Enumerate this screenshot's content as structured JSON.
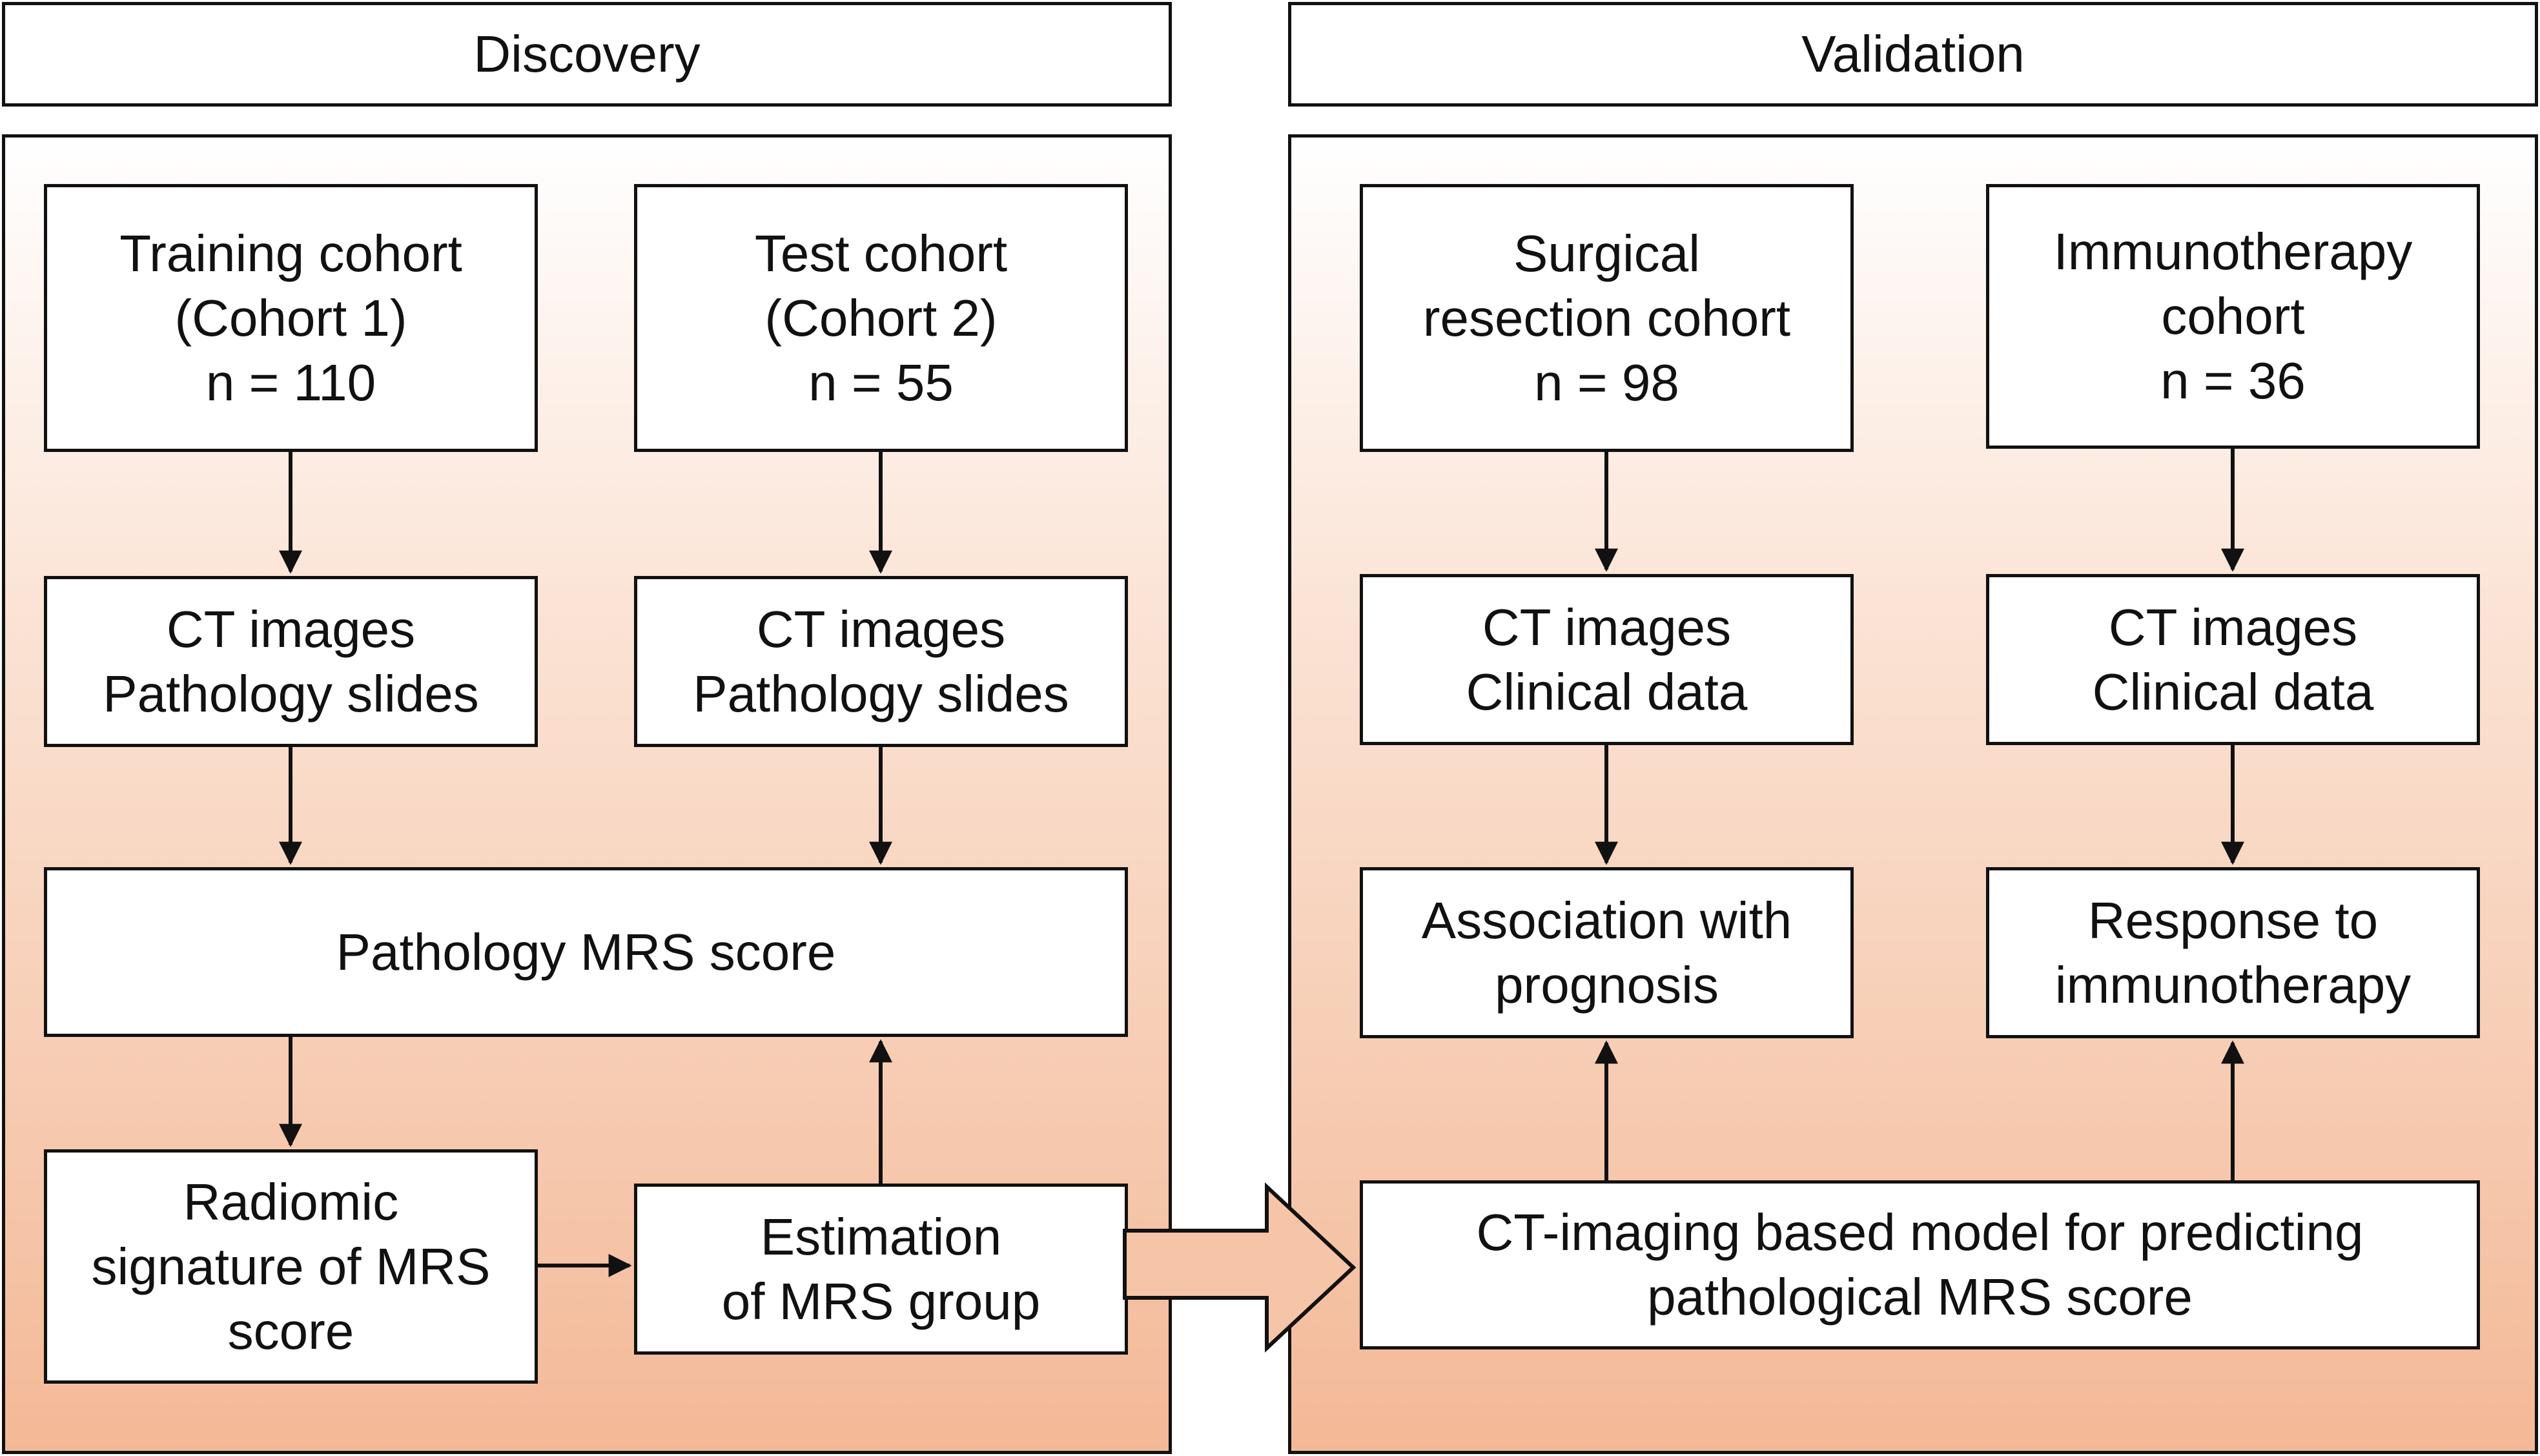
{
  "headers": {
    "discovery": "Discovery",
    "validation": "Validation"
  },
  "discovery": {
    "training_cohort": "Training cohort\n(Cohort 1)\nn = 110",
    "test_cohort": "Test cohort\n(Cohort 2)\nn = 55",
    "ct_pathology_training": "CT images\nPathology slides",
    "ct_pathology_test": "CT images\nPathology slides",
    "pathology_mrs_score": "Pathology MRS score",
    "radiomic_signature": "Radiomic\nsignature of MRS\nscore",
    "estimation_mrs_group": "Estimation\nof MRS group"
  },
  "validation": {
    "surgical_cohort": "Surgical\nresection cohort\nn = 98",
    "immunotherapy_cohort": "Immunotherapy\ncohort\nn = 36",
    "ct_clinical_surgical": "CT images\nClinical data",
    "ct_clinical_immuno": "CT images\nClinical data",
    "association_prognosis": "Association with\nprognosis",
    "response_immunotherapy": "Response to\nimmunotherapy",
    "ct_model": "CT-imaging based model for predicting\npathological MRS score"
  },
  "colors": {
    "panel_top": "#ffffff",
    "panel_bottom": "#f3b997",
    "big_arrow_fill": "#f6c4a6",
    "stroke": "#111111"
  }
}
